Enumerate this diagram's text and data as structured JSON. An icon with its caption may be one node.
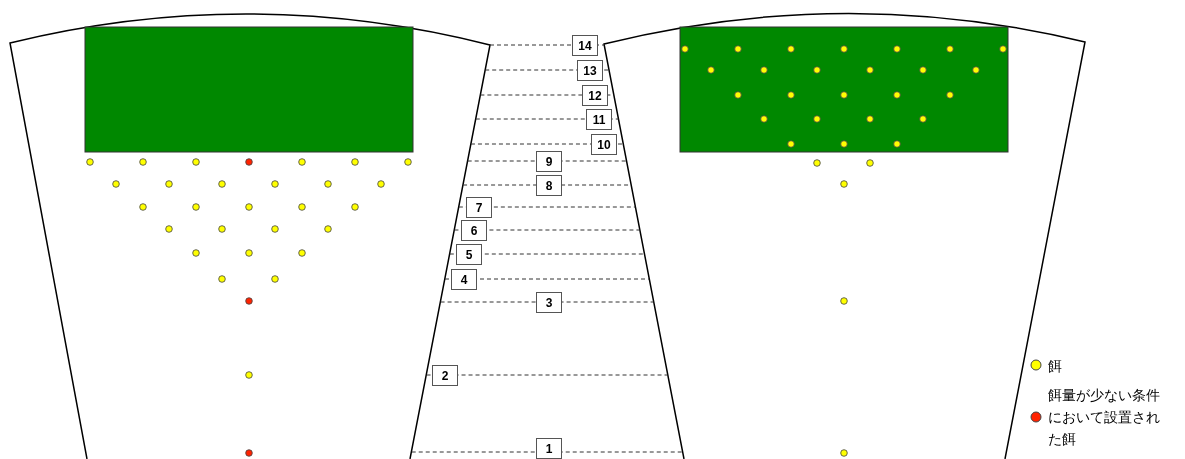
{
  "diagram": {
    "nodes": [
      {
        "text": [
          "14"
        ]
      },
      {
        "text": [
          "13"
        ]
      },
      {
        "text": [
          "12"
        ]
      },
      {
        "text": [
          "11"
        ]
      },
      {
        "text": [
          "10"
        ]
      },
      {
        "text": [
          "9"
        ]
      },
      {
        "text": [
          "8"
        ]
      },
      {
        "text": [
          "7"
        ]
      },
      {
        "text": [
          "6"
        ]
      },
      {
        "text": [
          "5"
        ]
      },
      {
        "text": [
          "4"
        ]
      },
      {
        "text": [
          "3"
        ]
      },
      {
        "text": [
          "2"
        ]
      },
      {
        "text": [
          "1"
        ]
      }
    ],
    "edges": [],
    "legend": [
      {
        "text": "餌",
        "color": "#ffff00"
      },
      {
        "text": "餌量が少ない条件において設置された餌",
        "color": "#ff2200"
      }
    ]
  }
}
